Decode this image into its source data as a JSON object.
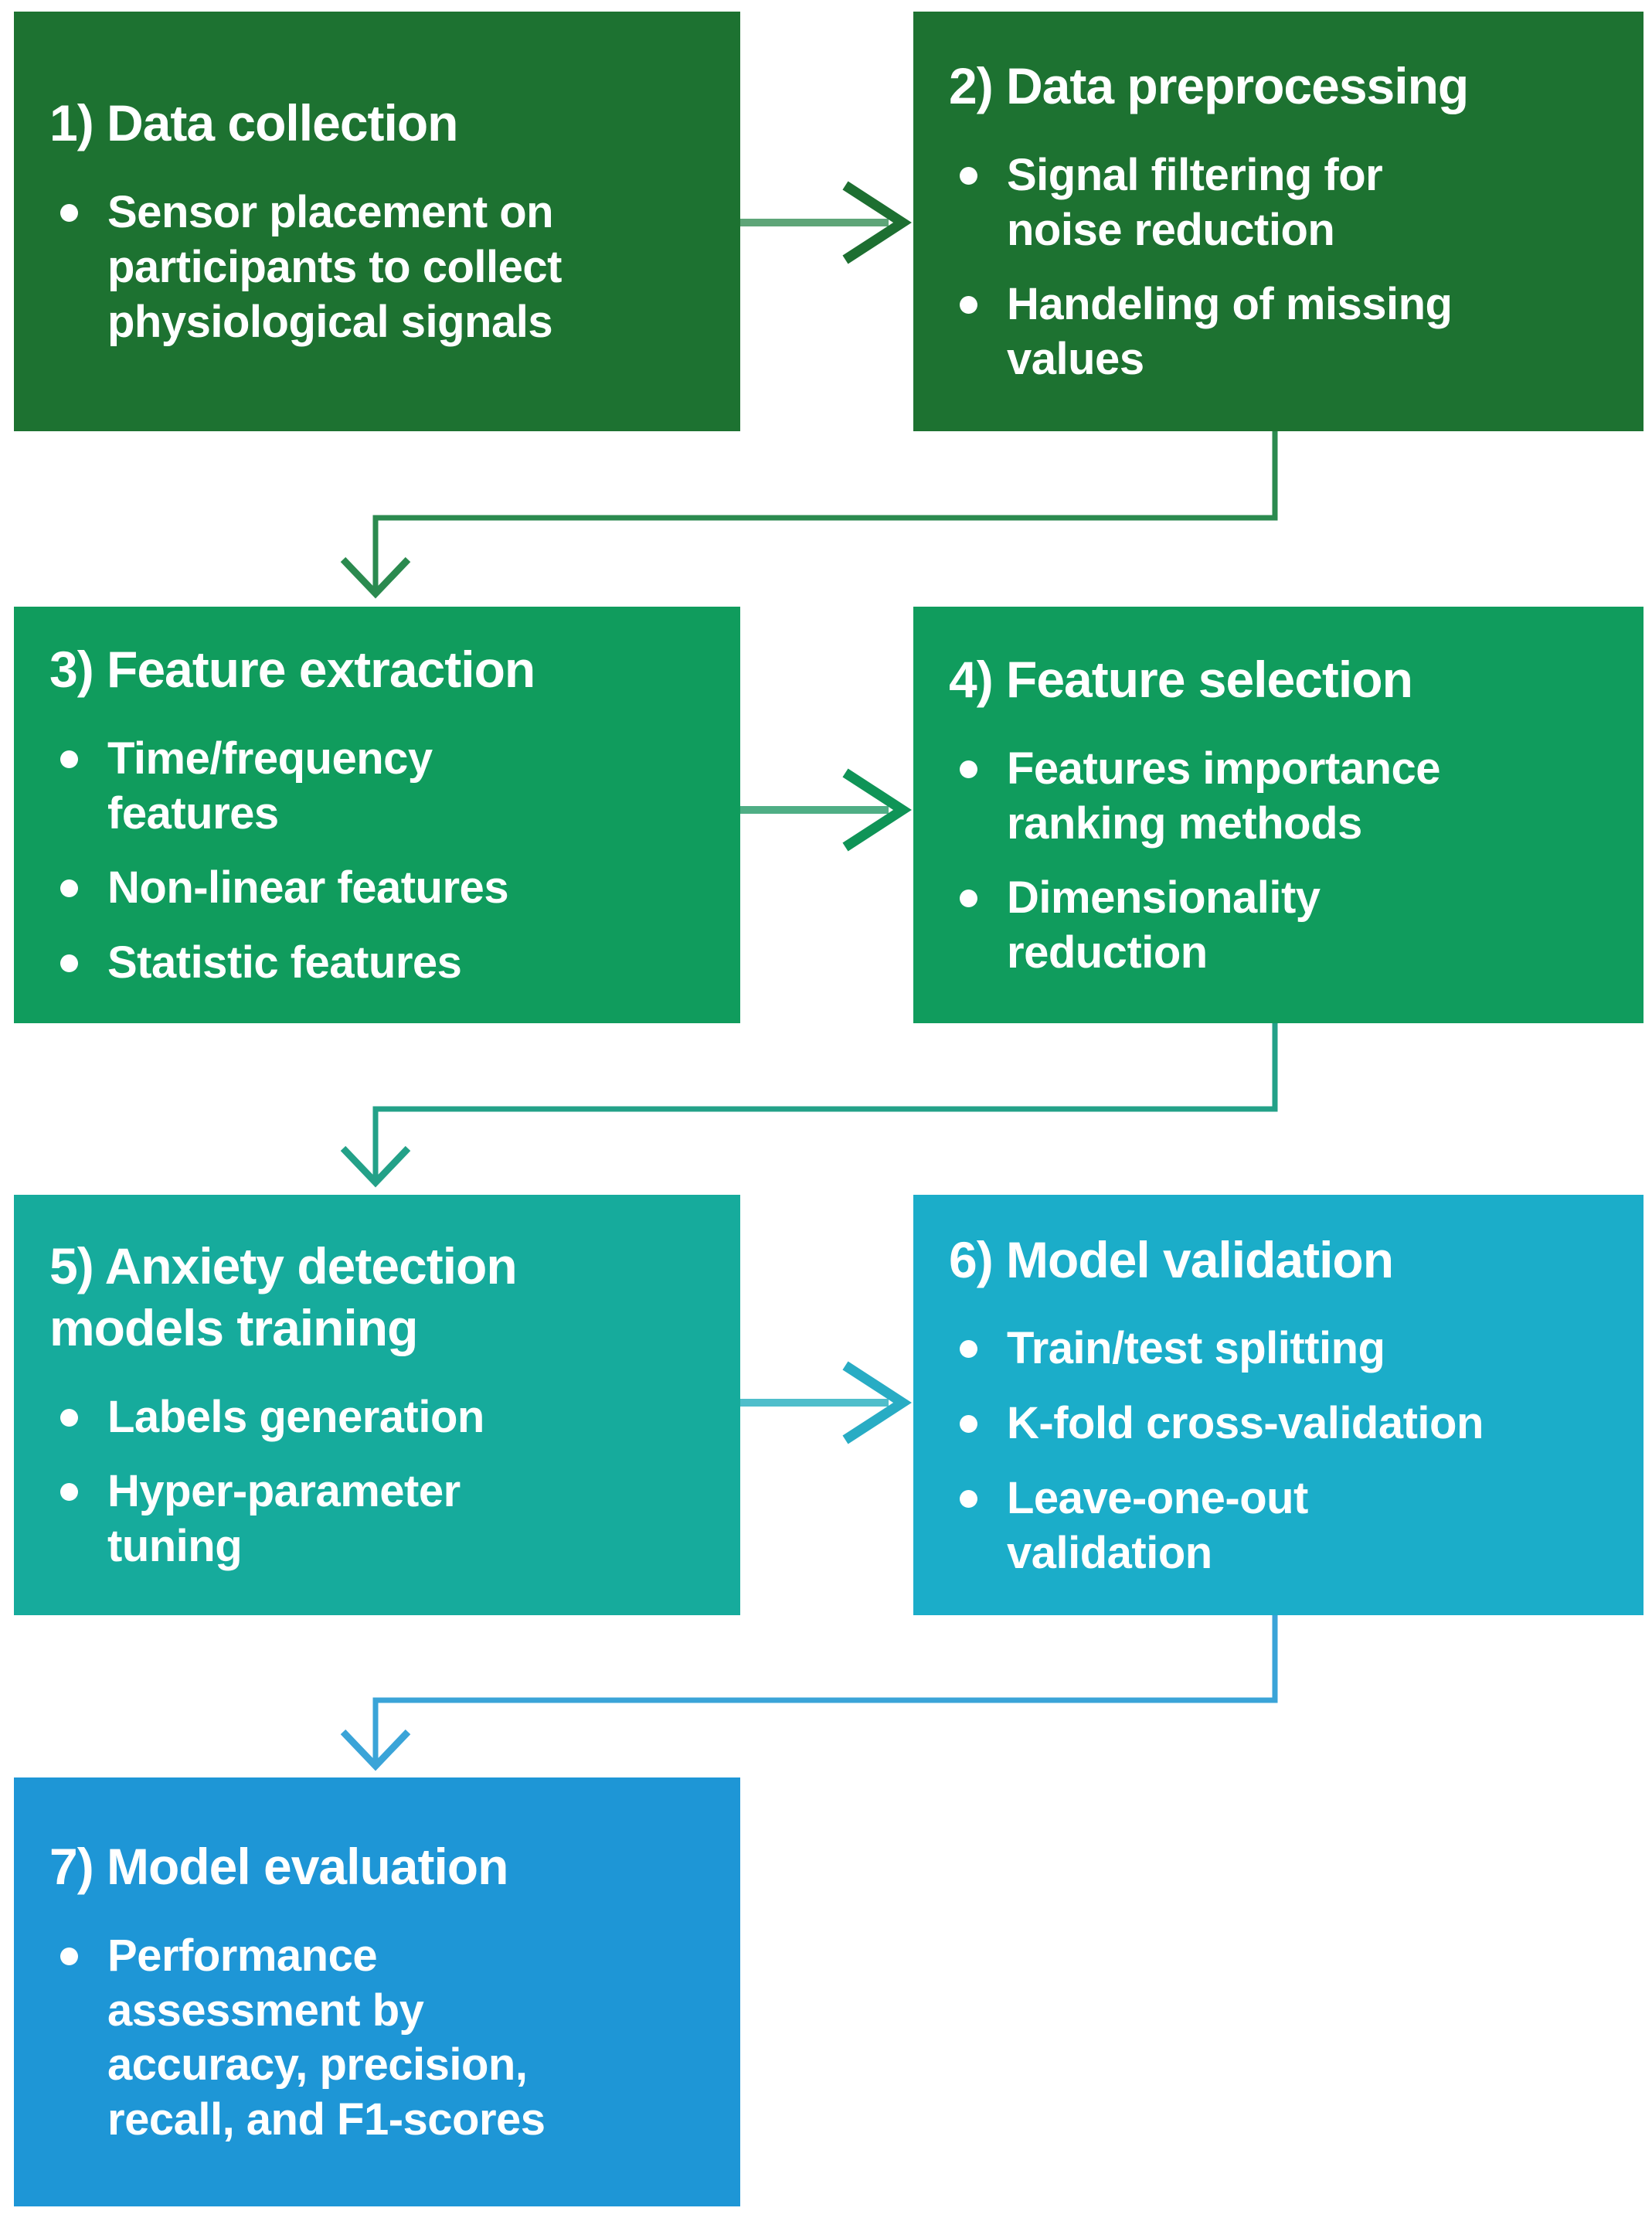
{
  "figure": {
    "type": "flowchart",
    "background": "#ffffff",
    "text_color": "#ffffff"
  },
  "boxes": [
    {
      "step": "1",
      "title": "1) Data collection",
      "bullets": [
        "Sensor placement on\nparticipants to collect\nphysiological signals"
      ],
      "color": "#1d7231"
    },
    {
      "step": "2",
      "title": "2) Data preprocessing",
      "bullets": [
        "Signal filtering for\nnoise reduction",
        "Handeling of missing\nvalues"
      ],
      "color": "#1d7231"
    },
    {
      "step": "3",
      "title": "3) Feature extraction",
      "bullets": [
        "Time/frequency\nfeatures",
        "Non-linear features",
        "Statistic features"
      ],
      "color": "#109c5d"
    },
    {
      "step": "4",
      "title": "4) Feature selection",
      "bullets": [
        "Features importance\nranking methods",
        "Dimensionality\nreduction"
      ],
      "color": "#109c5d"
    },
    {
      "step": "5",
      "title": "5) Anxiety detection\nmodels training",
      "bullets": [
        "Labels generation",
        "Hyper-parameter\ntuning"
      ],
      "color": "#16ab9c"
    },
    {
      "step": "6",
      "title": "6) Model validation",
      "bullets": [
        "Train/test splitting",
        "K-fold cross-validation",
        "Leave-one-out\nvalidation"
      ],
      "color": "#1badc9"
    },
    {
      "step": "7",
      "title": "7) Model evaluation",
      "bullets": [
        "Performance\nassessment by\naccuracy, precision,\nrecall, and F1-scores"
      ],
      "color": "#1e96d6"
    }
  ],
  "connectors": {
    "c12": {
      "shaft": "#5ea578",
      "head": "#1d6f31"
    },
    "c23": {
      "color": "#2b8a4f"
    },
    "c34": {
      "shaft": "#4fae85",
      "head": "#0f9457"
    },
    "c45": {
      "color": "#23a188"
    },
    "c56": {
      "shaft": "#4fbecb",
      "head": "#28acc4"
    },
    "c67": {
      "color": "#3aa4d8"
    }
  }
}
